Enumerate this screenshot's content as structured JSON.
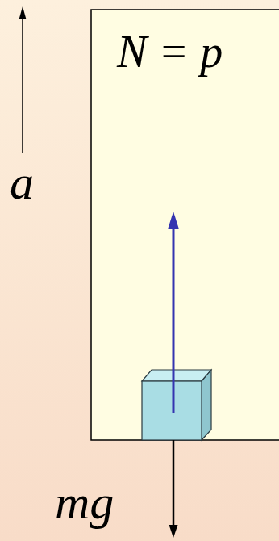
{
  "diagram": {
    "labels": [
      "a",
      "N = p",
      "mg"
    ]
  }
}
